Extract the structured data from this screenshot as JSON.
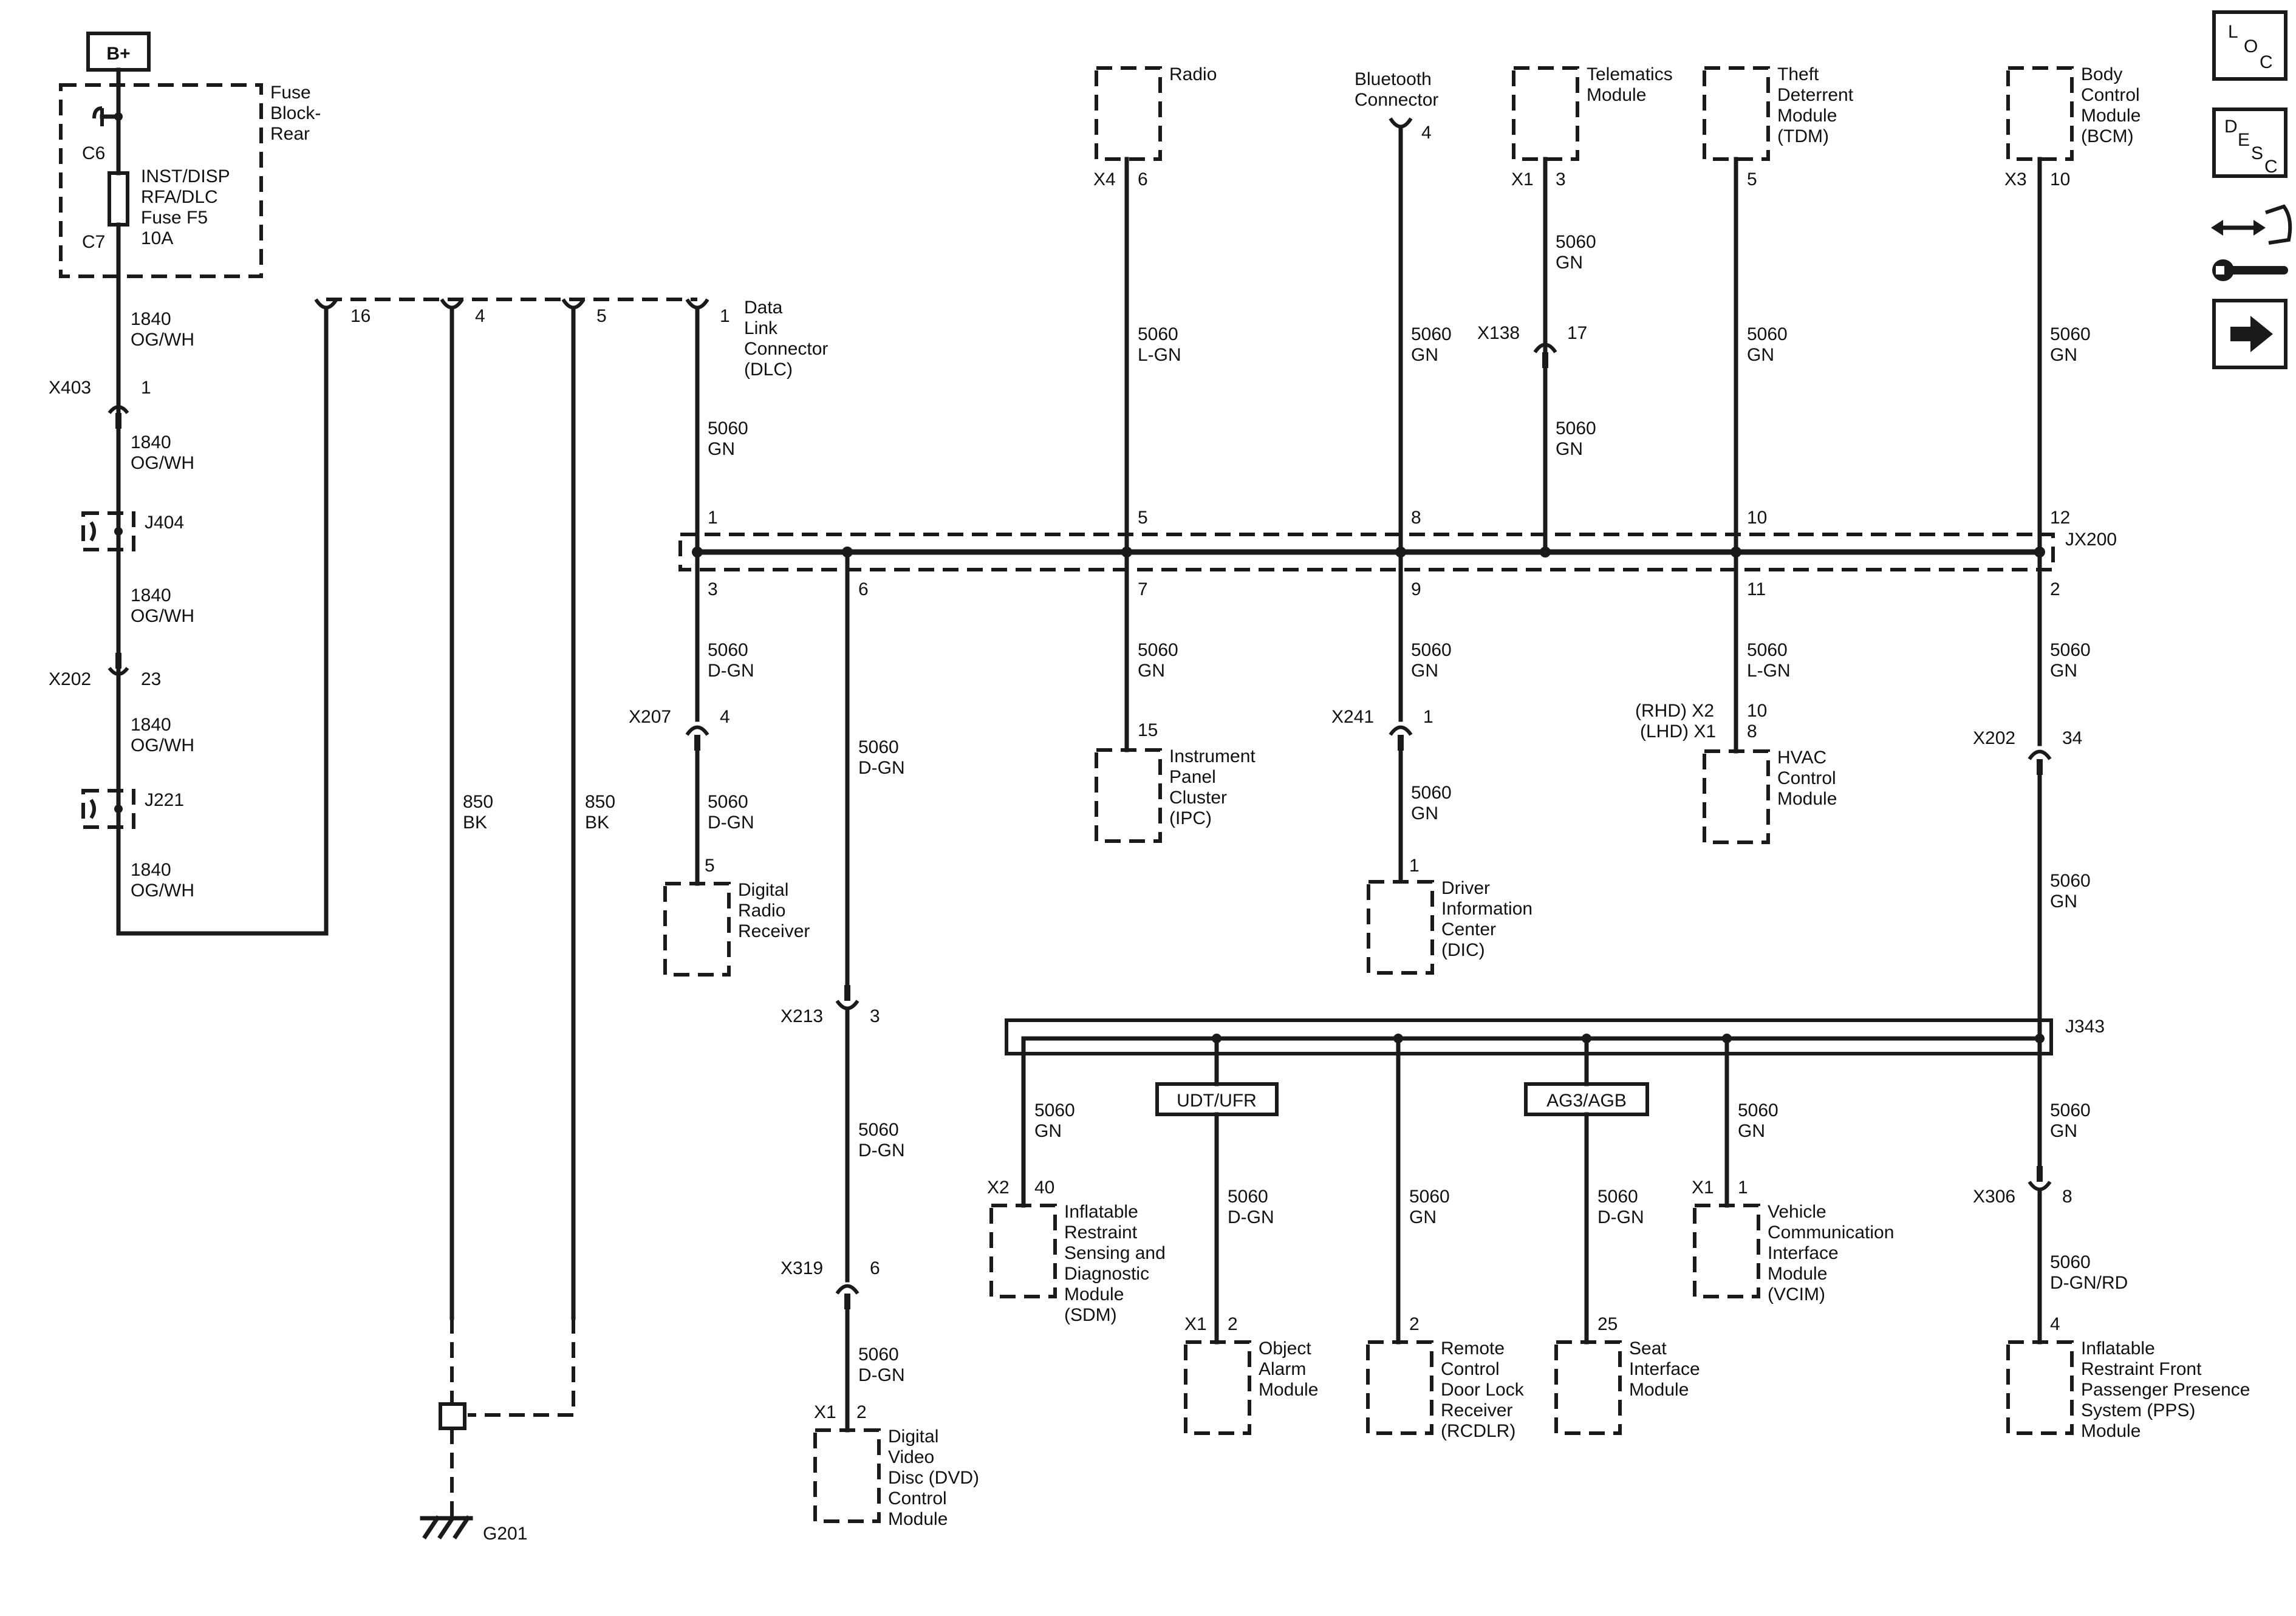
{
  "power": {
    "label": "B+"
  },
  "fuse_block": {
    "name_lines": [
      "Fuse",
      "Block-",
      "Rear"
    ],
    "c6": "C6",
    "c7": "C7",
    "fuse_lines": [
      "INST/DISP",
      "RFA/DLC",
      "Fuse F5",
      "10A"
    ]
  },
  "left_wire": {
    "circuit": "1840",
    "color": "OG/WH",
    "x403": "X403",
    "x403_pin": "1",
    "j404": "J404",
    "x202": "X202",
    "x202_pin": "23",
    "j221": "J221"
  },
  "dlc": {
    "name_lines": [
      "Data",
      "Link",
      "Connector",
      "(DLC)"
    ],
    "pins": [
      "16",
      "4",
      "5",
      "1"
    ],
    "wire_circuit": "5060",
    "wire_color": "GN"
  },
  "ground": {
    "circuit": "850",
    "color": "BK",
    "name": "G201"
  },
  "splice_jx200": {
    "name": "JX200",
    "top_pins": [
      "1",
      "5",
      "8",
      "10",
      "12"
    ],
    "bottom_pins": [
      "3",
      "6",
      "7",
      "9",
      "11",
      "2"
    ]
  },
  "top_modules": {
    "radio": {
      "lines": [
        "Radio"
      ],
      "conn": "X4",
      "pin": "6",
      "circuit": "5060",
      "color": "L-GN"
    },
    "bluetooth": {
      "lines": [
        "Bluetooth",
        "Connector"
      ],
      "pin": "4",
      "circuit": "5060",
      "color": "GN"
    },
    "telematics": {
      "lines": [
        "Telematics",
        "Module"
      ],
      "conn": "X1",
      "pin": "3",
      "circuit": "5060",
      "color": "GN",
      "inline": "X138",
      "inline_pin": "17"
    },
    "tdm": {
      "lines": [
        "Theft",
        "Deterrent",
        "Module",
        "(TDM)"
      ],
      "pin": "5",
      "circuit": "5060",
      "color": "GN"
    },
    "bcm": {
      "lines": [
        "Body",
        "Control",
        "Module",
        "(BCM)"
      ],
      "conn": "X3",
      "pin": "10",
      "circuit": "5060",
      "color": "GN"
    }
  },
  "mid_modules": {
    "drr": {
      "lines": [
        "Digital",
        "Radio",
        "Receiver"
      ],
      "inline": "X207",
      "inline_pin": "4",
      "pin": "5",
      "circuit": "5060",
      "color": "D-GN"
    },
    "dvd": {
      "lines": [
        "Digital",
        "Video",
        "Disc (DVD)",
        "Control",
        "Module"
      ],
      "inline1": "X213",
      "inline1_pin": "3",
      "inline2": "X319",
      "inline2_pin": "6",
      "conn": "X1",
      "pin": "2",
      "circuit": "5060",
      "color": "D-GN"
    },
    "ipc": {
      "lines": [
        "Instrument",
        "Panel",
        "Cluster",
        "(IPC)"
      ],
      "pin": "15",
      "circuit": "5060",
      "color": "GN"
    },
    "dic": {
      "lines": [
        "Driver",
        "Information",
        "Center",
        "(DIC)"
      ],
      "inline": "X241",
      "inline_pin": "1",
      "pin": "1",
      "circuit": "5060",
      "color": "GN"
    },
    "hvac": {
      "lines": [
        "HVAC",
        "Control",
        "Module"
      ],
      "rhd": "(RHD) X2",
      "lhd": "(LHD) X1",
      "rhd_pin": "10",
      "lhd_pin": "8",
      "circuit": "5060",
      "color": "L-GN"
    },
    "bcm_down": {
      "inline": "X202",
      "inline_pin": "34",
      "circuit": "5060",
      "color": "GN"
    }
  },
  "splice_j343": {
    "name": "J343"
  },
  "options": {
    "udt": "UDT/UFR",
    "ag3": "AG3/AGB"
  },
  "bottom_modules": {
    "sdm": {
      "lines": [
        "Inflatable",
        "Restraint",
        "Sensing and",
        "Diagnostic",
        "Module",
        "(SDM)"
      ],
      "conn": "X2",
      "pin": "40",
      "circuit": "5060",
      "color": "GN"
    },
    "oam": {
      "lines": [
        "Object",
        "Alarm",
        "Module"
      ],
      "conn": "X1",
      "pin": "2",
      "circuit": "5060",
      "color": "D-GN"
    },
    "rcdlr": {
      "lines": [
        "Remote",
        "Control",
        "Door Lock",
        "Receiver",
        "(RCDLR)"
      ],
      "pin": "2",
      "circuit": "5060",
      "color": "GN"
    },
    "sim": {
      "lines": [
        "Seat",
        "Interface",
        "Module"
      ],
      "pin": "25",
      "circuit": "5060",
      "color": "D-GN"
    },
    "vcim": {
      "lines": [
        "Vehicle",
        "Communication",
        "Interface",
        "Module",
        "(VCIM)"
      ],
      "conn": "X1",
      "pin": "1",
      "circuit": "5060",
      "color": "GN"
    },
    "pps": {
      "lines": [
        "Inflatable",
        "Restraint Front",
        "Passenger Presence",
        "System (PPS)",
        "Module"
      ],
      "inline": "X306",
      "inline_pin": "8",
      "pin": "4",
      "circuit1": "5060",
      "color1": "GN",
      "circuit2": "5060",
      "color2": "D-GN/RD"
    }
  },
  "side_icons": {
    "loc": [
      "L",
      "O",
      "C"
    ],
    "desc": [
      "D",
      "E",
      "S",
      "C"
    ],
    "icons": [
      "connector-hand-icon",
      "wrench-icon",
      "arrow-right-icon"
    ]
  }
}
